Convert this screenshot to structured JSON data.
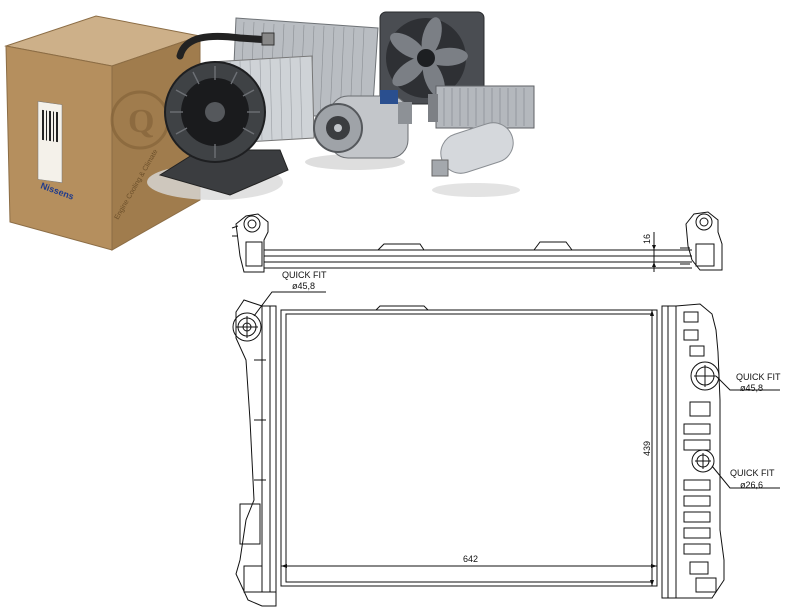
{
  "brand_box": {
    "brand_label": "Nissens",
    "box_side_text": "Engine Cooling & Climate"
  },
  "product_collage": {
    "items": [
      "blower-motor",
      "heater-hose",
      "condenser",
      "radiator-fan",
      "ac-compressor",
      "heater-core",
      "receiver-drier"
    ]
  },
  "drawing": {
    "top_view": {
      "dim_thickness": "16"
    },
    "front_view": {
      "dim_height": "439",
      "dim_width": "642",
      "callouts": [
        {
          "label": "QUICK FIT",
          "value": "ø45,8"
        },
        {
          "label": "QUICK FIT",
          "value": "ø45,8"
        },
        {
          "label": "QUICK FIT",
          "value": "ø26,6"
        }
      ]
    }
  },
  "colors": {
    "line": "#111111",
    "cardboard": "#b58f5e",
    "metal": "#a9adb2"
  }
}
